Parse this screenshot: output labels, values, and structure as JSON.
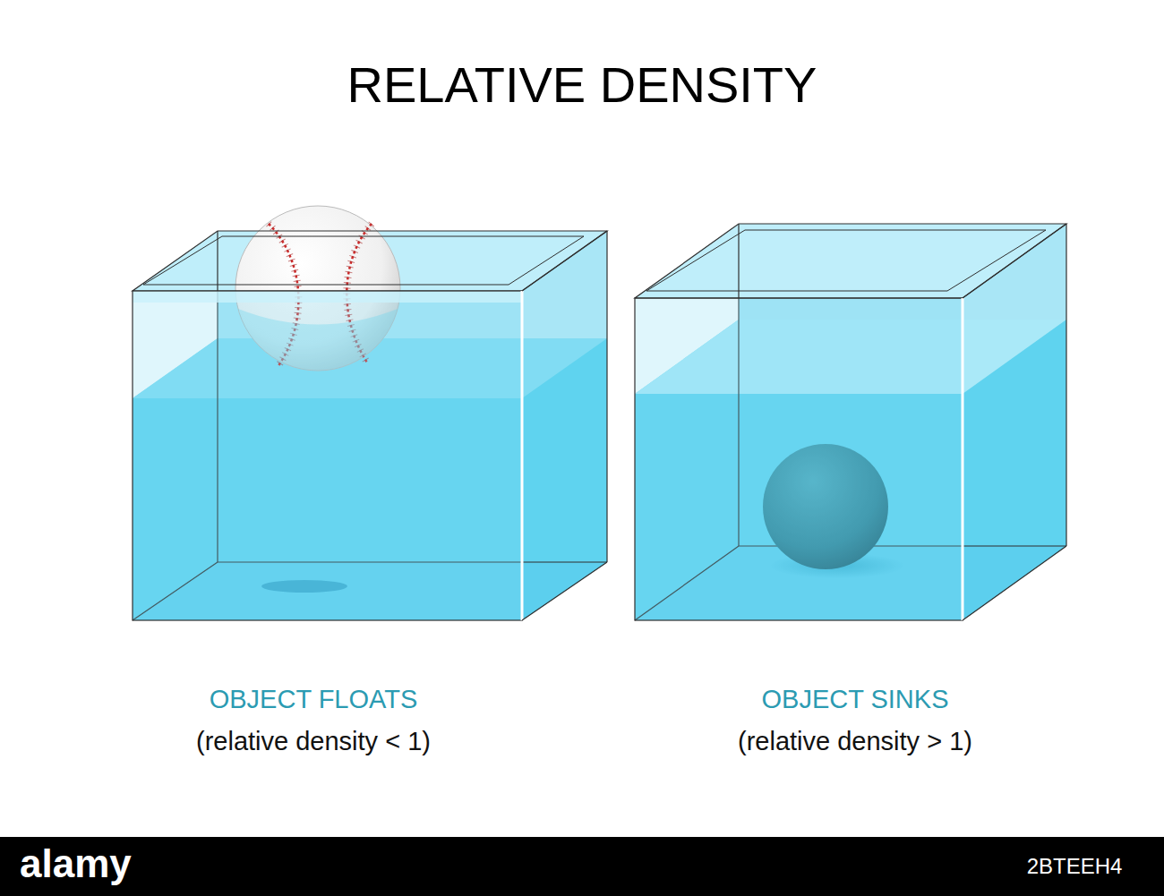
{
  "diagram": {
    "title": "RELATIVE DENSITY",
    "labels": [
      "OBJECT FLOATS",
      "(relative density < 1)",
      "OBJECT SINKS",
      "(relative density > 1)",
      "alamy",
      "2BTEEH4"
    ]
  }
}
